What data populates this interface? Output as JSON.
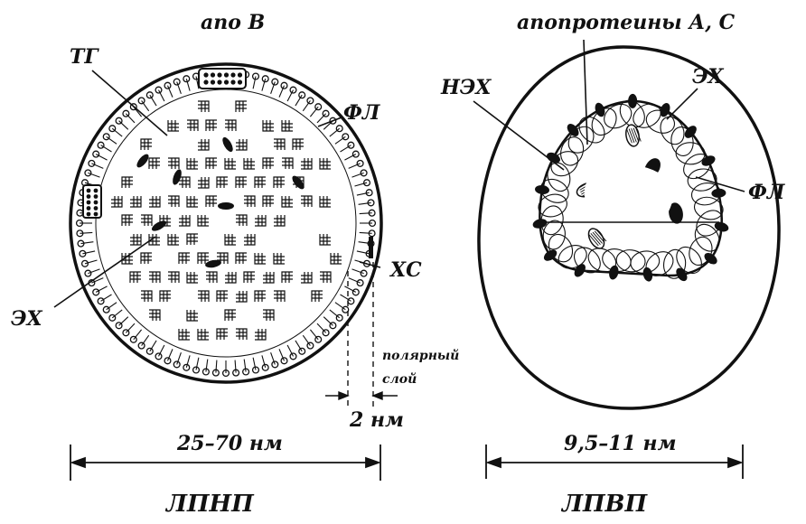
{
  "ldl": {
    "title": "ЛПНП",
    "labels": {
      "apo_b": "апо В",
      "tg": "ТГ",
      "fl": "ФЛ",
      "eh": "ЭХ",
      "hs": "ХС",
      "polar_layer_1": "полярный",
      "polar_layer_2": "слой",
      "polar_thickness": "2 нм"
    },
    "size": "25–70 нм"
  },
  "hdl": {
    "title": "ЛПВП",
    "labels": {
      "apoproteins": "апопротеины А, С",
      "neh": "НЭХ",
      "eh": "ЭХ",
      "fl": "ФЛ"
    },
    "size": "9,5–11 нм"
  }
}
